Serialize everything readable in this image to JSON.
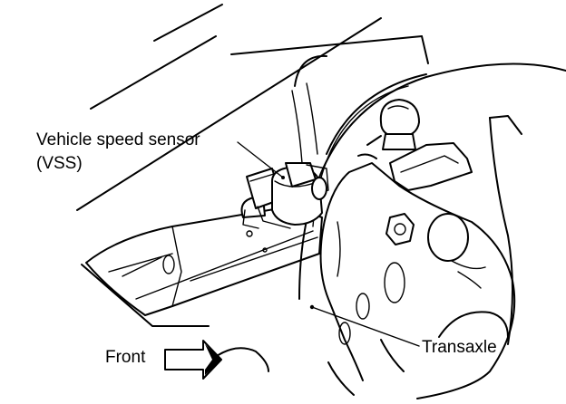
{
  "labels": {
    "vss_line1": "Vehicle speed sensor",
    "vss_line2": "(VSS)",
    "transaxle": "Transaxle",
    "front": "Front"
  },
  "icons": {
    "front_arrow": "right-arrow-icon"
  },
  "colors": {
    "line": "#000000",
    "background": "#ffffff"
  }
}
